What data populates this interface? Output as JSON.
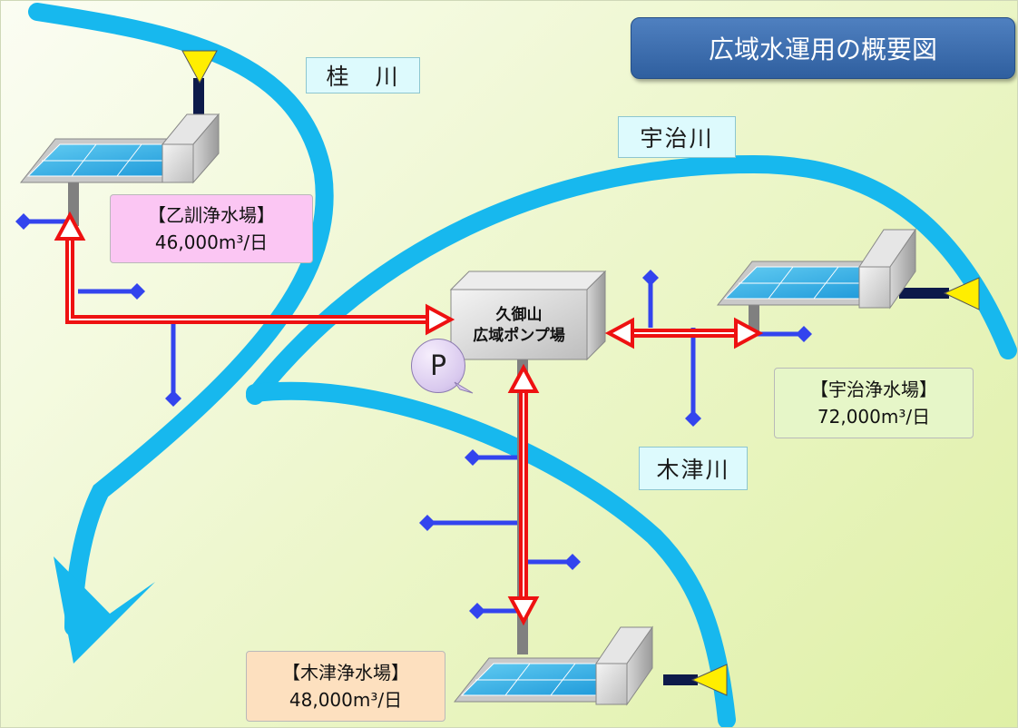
{
  "title": "広域水運用の概要図",
  "rivers": {
    "katsura": "桂　川",
    "uji": "宇治川",
    "kizu": "木津川"
  },
  "plants": {
    "otokuni": {
      "name": "【乙訓浄水場】",
      "capacity": "46,000m³/日"
    },
    "uji": {
      "name": "【宇治浄水場】",
      "capacity": "72,000m³/日"
    },
    "kizu": {
      "name": "【木津浄水場】",
      "capacity": "48,000m³/日"
    }
  },
  "pump_station": {
    "line1": "久御山",
    "line2": "広域ポンプ場",
    "badge": "P"
  },
  "colors": {
    "river": "#17b8ee",
    "transfer_arrow": "#ee1111",
    "distribution": "#3344ee",
    "inflow_pipe": "#0d1a4a",
    "inflow_marker": "#ffee00",
    "plant_otokuni_bg": "#fbc6f3",
    "plant_uji_bg": "#e6f6c8",
    "plant_kizu_bg": "#fde0bf"
  }
}
